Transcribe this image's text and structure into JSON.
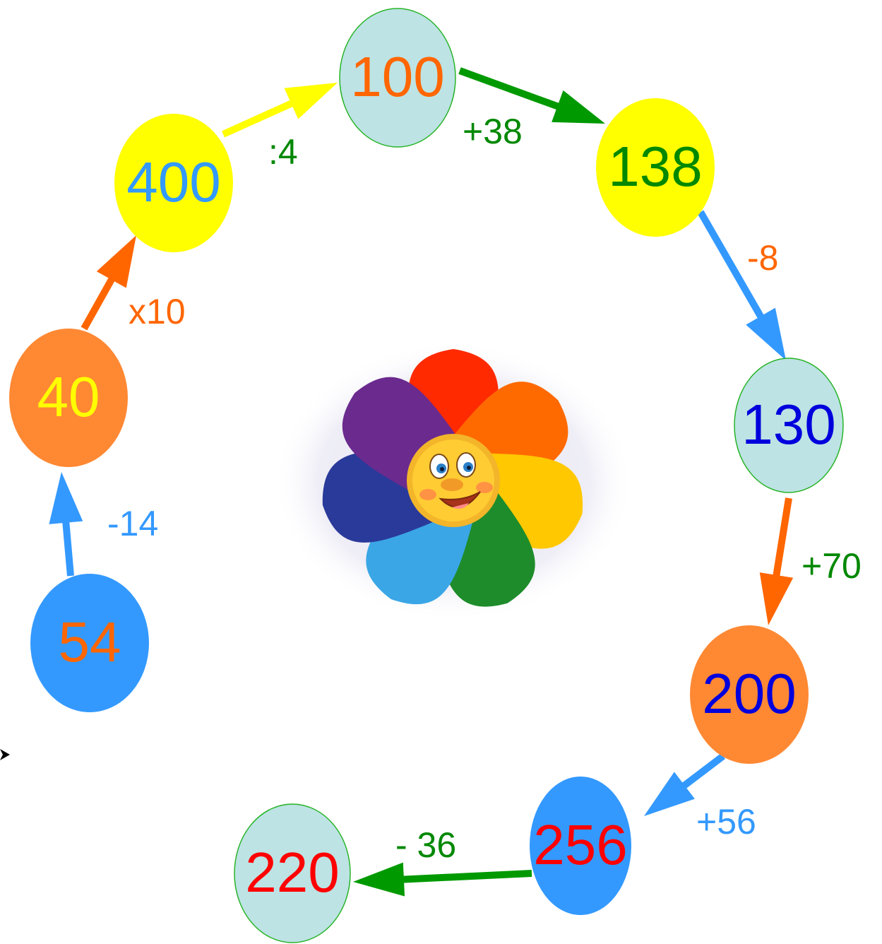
{
  "colors": {
    "light_blue_fill": "#bde3e4",
    "yellow_fill": "#ffff00",
    "orange_fill": "#ff8833",
    "blue_fill": "#3399ff",
    "node_outline_green": "#28b428",
    "text_orange": "#ff6600",
    "text_green": "#008800",
    "text_blue": "#3399ff",
    "text_dark_blue": "#0000dd",
    "text_yellow": "#ffff00",
    "text_red": "#ff0000",
    "arrow_yellow": "#ffff00",
    "arrow_green": "#009900",
    "arrow_blue": "#3399ff",
    "arrow_orange": "#ff6600",
    "pointer_black": "#000000"
  },
  "nodes": [
    {
      "id": "n54",
      "label": "54",
      "fill": "blue_fill",
      "text": "text_orange"
    },
    {
      "id": "n40",
      "label": "40",
      "fill": "orange_fill",
      "text": "text_yellow"
    },
    {
      "id": "n400",
      "label": "400",
      "fill": "yellow_fill",
      "text": "text_blue"
    },
    {
      "id": "n100",
      "label": "100",
      "fill": "light_blue_fill",
      "text": "text_orange"
    },
    {
      "id": "n138",
      "label": "138",
      "fill": "yellow_fill",
      "text": "text_green"
    },
    {
      "id": "n130",
      "label": "130",
      "fill": "light_blue_fill",
      "text": "text_dark_blue"
    },
    {
      "id": "n200",
      "label": "200",
      "fill": "orange_fill",
      "text": "text_dark_blue"
    },
    {
      "id": "n256",
      "label": "256",
      "fill": "blue_fill",
      "text": "text_red"
    },
    {
      "id": "n220",
      "label": "220",
      "fill": "light_blue_fill",
      "text": "text_red"
    }
  ],
  "operations": [
    {
      "id": "op-minus14",
      "label": "-14",
      "color": "text_blue"
    },
    {
      "id": "op-x10",
      "label": "x10",
      "color": "text_orange"
    },
    {
      "id": "op-div4",
      "label": ":4",
      "color": "text_green"
    },
    {
      "id": "op-plus38",
      "label": "+38",
      "color": "text_green"
    },
    {
      "id": "op-minus8",
      "label": "-8",
      "color": "text_orange"
    },
    {
      "id": "op-plus70",
      "label": "+70",
      "color": "text_green"
    },
    {
      "id": "op-plus56",
      "label": "+56",
      "color": "text_blue"
    },
    {
      "id": "op-minus36",
      "label": "- 36",
      "color": "text_green"
    }
  ],
  "flower": {
    "icon": "smiling-flower-icon",
    "petal_colors": [
      "#ff2a00",
      "#ff6a00",
      "#ffc800",
      "#1e8c2a",
      "#3aa6e6",
      "#2a3a9a",
      "#6a2a8e"
    ],
    "center_color": "#ffcc33"
  }
}
